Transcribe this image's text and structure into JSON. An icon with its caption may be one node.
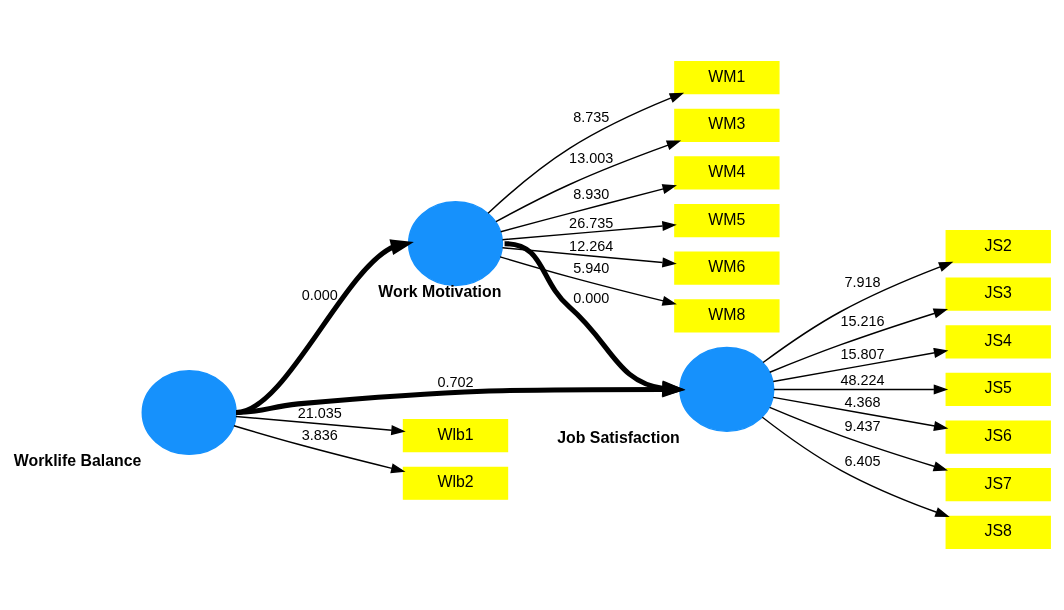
{
  "diagram": {
    "nodes": [
      {
        "text": [
          "WM1"
        ]
      },
      {
        "text": [
          "WM3"
        ]
      },
      {
        "text": [
          "WM4"
        ]
      },
      {
        "text": [
          "WM5"
        ]
      },
      {
        "text": [
          "WM6"
        ]
      },
      {
        "text": [
          "WM8"
        ]
      },
      {
        "text": [
          "Work Motivation"
        ]
      },
      {
        "text": [
          "JS2"
        ]
      },
      {
        "text": [
          "JS3"
        ]
      },
      {
        "text": [
          "JS4"
        ]
      },
      {
        "text": [
          "JS5"
        ]
      },
      {
        "text": [
          "JS6"
        ]
      },
      {
        "text": [
          "JS7"
        ]
      },
      {
        "text": [
          "JS8"
        ]
      },
      {
        "text": [
          "Job Satisfaction"
        ]
      },
      {
        "text": [
          "Worklife Balance"
        ]
      },
      {
        "text": [
          "Wlb1"
        ]
      },
      {
        "text": [
          "Wlb2"
        ]
      }
    ],
    "edges": [
      {
        "from": 6,
        "to": 0,
        "arrow": "to",
        "label": "8.735"
      },
      {
        "from": 6,
        "to": 1,
        "arrow": "to",
        "label": "13.003"
      },
      {
        "from": 6,
        "to": 2,
        "arrow": "to",
        "label": "8.930"
      },
      {
        "from": 6,
        "to": 3,
        "arrow": "to",
        "label": "26.735"
      },
      {
        "from": 6,
        "to": 4,
        "arrow": "to",
        "label": "12.264"
      },
      {
        "from": 6,
        "to": 5,
        "arrow": "to",
        "label": "5.940"
      },
      {
        "from": 6,
        "to": 14,
        "arrow": "to",
        "label": "0.000",
        "style": "thick"
      },
      {
        "from": 15,
        "to": 6,
        "arrow": "to",
        "label": "0.000",
        "style": "thick"
      },
      {
        "from": 15,
        "to": 14,
        "arrow": "to",
        "label": "0.702",
        "style": "thick"
      },
      {
        "from": 14,
        "to": 7,
        "arrow": "to",
        "label": "7.918"
      },
      {
        "from": 14,
        "to": 8,
        "arrow": "to",
        "label": "15.216"
      },
      {
        "from": 14,
        "to": 9,
        "arrow": "to",
        "label": "15.807"
      },
      {
        "from": 14,
        "to": 10,
        "arrow": "to",
        "label": "48.224"
      },
      {
        "from": 14,
        "to": 11,
        "arrow": "to",
        "label": "4.368"
      },
      {
        "from": 14,
        "to": 12,
        "arrow": "to",
        "label": "9.437"
      },
      {
        "from": 14,
        "to": 13,
        "arrow": "to",
        "label": "6.405"
      },
      {
        "from": 15,
        "to": 16,
        "arrow": "to",
        "label": "21.035"
      },
      {
        "from": 15,
        "to": 17,
        "arrow": "to",
        "label": "3.836"
      }
    ]
  }
}
